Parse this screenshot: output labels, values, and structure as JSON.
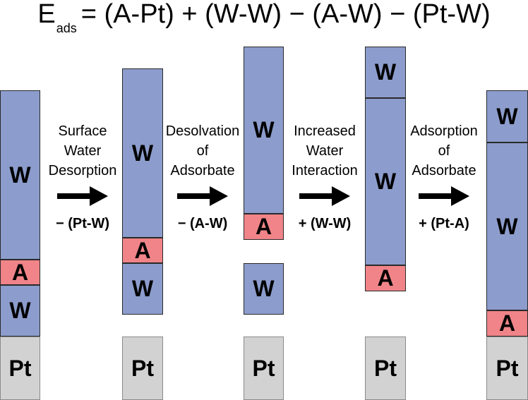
{
  "equation": {
    "lhs_main": "E",
    "lhs_sub": "ads",
    "rhs": "= (A-Pt) + (W-W) − (A-W) − (Pt-W)"
  },
  "labels": {
    "water": "W",
    "adsorbate": "A",
    "platinum": "Pt"
  },
  "steps": [
    {
      "line1": "Surface",
      "line2": "Water",
      "line3": "Desorption",
      "formula": "− (Pt-W)"
    },
    {
      "line1": "Desolvation",
      "line2": "of",
      "line3": "Adsorbate",
      "formula": "− (A-W)"
    },
    {
      "line1": "Increased",
      "line2": "Water",
      "line3": "Interaction",
      "formula": "+ (W-W)"
    },
    {
      "line1": "Adsorption",
      "line2": "of",
      "line3": "Adsorbate",
      "formula": "+ (Pt-A)"
    }
  ],
  "colors": {
    "water": "#8c9ccc",
    "adsorbate": "#f08488",
    "platinum": "#d2d2d2"
  }
}
